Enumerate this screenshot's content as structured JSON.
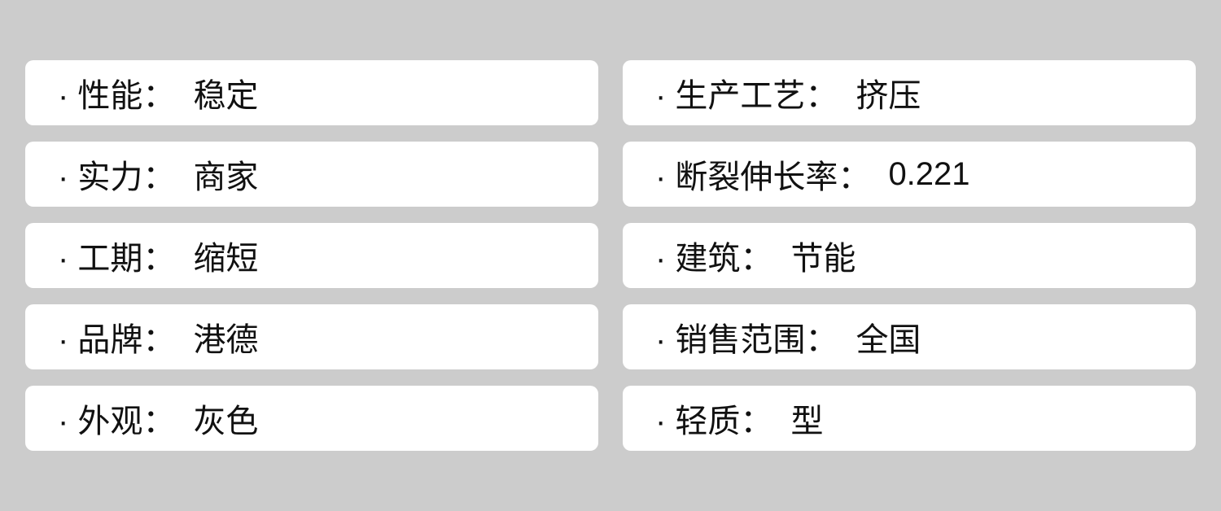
{
  "specs": [
    {
      "label": "· 性能：",
      "value": "稳定"
    },
    {
      "label": "· 生产工艺：",
      "value": "挤压"
    },
    {
      "label": "· 实力：",
      "value": "商家"
    },
    {
      "label": "· 断裂伸长率：",
      "value": "0.221"
    },
    {
      "label": "· 工期：",
      "value": "缩短"
    },
    {
      "label": "· 建筑：",
      "value": "节能"
    },
    {
      "label": "· 品牌：",
      "value": "港德"
    },
    {
      "label": "· 销售范围：",
      "value": "全国"
    },
    {
      "label": "· 外观：",
      "value": "灰色"
    },
    {
      "label": "· 轻质：",
      "value": "型"
    }
  ]
}
